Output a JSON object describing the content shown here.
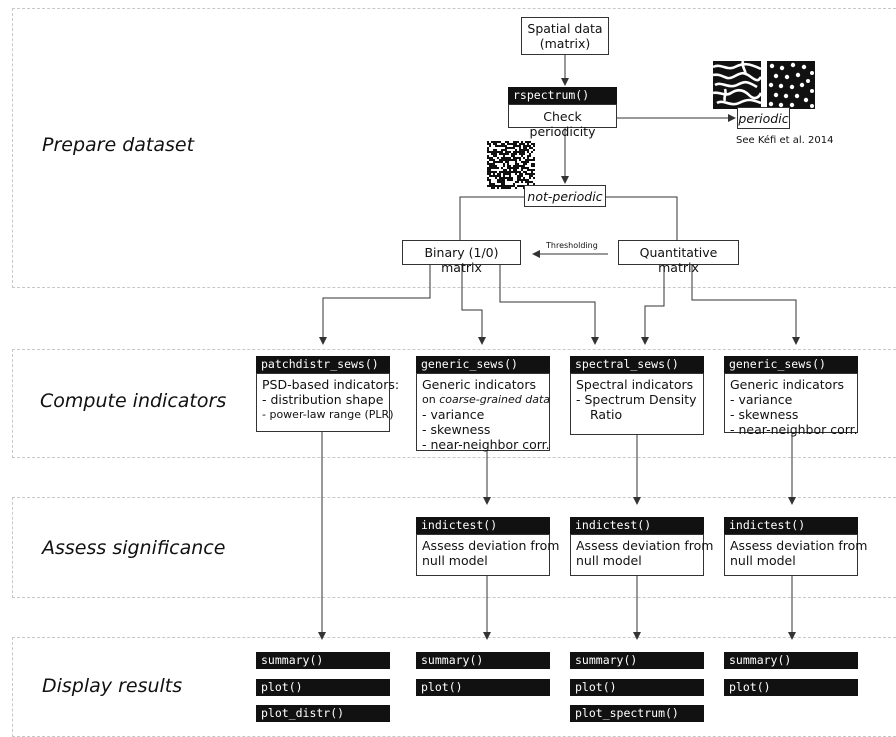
{
  "sections": {
    "prepare": "Prepare dataset",
    "compute": "Compute indicators",
    "assess": "Assess significance",
    "display": "Display results"
  },
  "prepare": {
    "spatial_data": [
      "Spatial data",
      "(matrix)"
    ],
    "rspectrum_fn": "rspectrum()",
    "check_periodicity": "Check periodicity",
    "periodic": "periodic",
    "periodic_cite": "See Kéfi et al. 2014",
    "not_periodic": "not-periodic",
    "binary_matrix": "Binary (1/0) matrix",
    "quantitative_matrix": "Quantitative matrix",
    "thresholding": "Thresholding"
  },
  "compute": {
    "col1": {
      "fn": "patchdistr_sews()",
      "title": "PSD-based indicators:",
      "items": [
        "- distribution shape",
        "- power-law range (PLR)"
      ]
    },
    "col2": {
      "fn": "generic_sews()",
      "title": "Generic indicators",
      "subtitle_prefix": "on ",
      "subtitle_italic": "coarse-grained data",
      "items": [
        "- variance",
        "- skewness",
        "- near-neighbor corr."
      ]
    },
    "col3": {
      "fn": "spectral_sews()",
      "title": "Spectral indicators",
      "items": [
        "- Spectrum Density",
        "Ratio"
      ]
    },
    "col4": {
      "fn": "generic_sews()",
      "title": "Generic indicators",
      "items": [
        "- variance",
        "- skewness",
        "- near-neighbor corr."
      ]
    }
  },
  "assess": {
    "fn": "indictest()",
    "text": [
      "Assess deviation from",
      "null model"
    ]
  },
  "display": {
    "summary": "summary()",
    "plot": "plot()",
    "plot_distr": "plot_distr()",
    "plot_spectrum": "plot_spectrum()"
  }
}
